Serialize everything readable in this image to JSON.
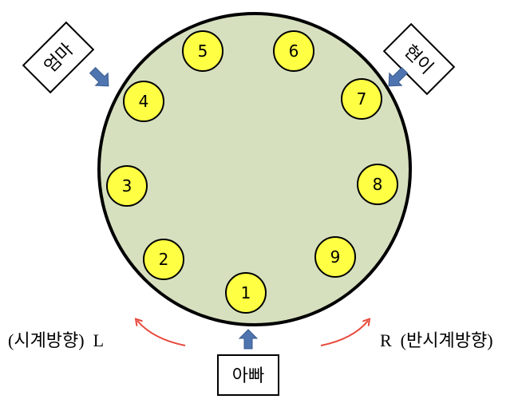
{
  "seats": [
    {
      "label": "1"
    },
    {
      "label": "2"
    },
    {
      "label": "3"
    },
    {
      "label": "4"
    },
    {
      "label": "5"
    },
    {
      "label": "6"
    },
    {
      "label": "7"
    },
    {
      "label": "8"
    },
    {
      "label": "9"
    }
  ],
  "people": {
    "mom": "엄마",
    "hyuni": "현이",
    "dad": "아빠"
  },
  "directions": {
    "left": "(시계방향)  L",
    "right": "R  (반시계방향)"
  },
  "colors": {
    "table_fill": "#d6e0bf",
    "seat_fill": "#ffff44",
    "arrow_blue": "#4f75b0",
    "arrow_red": "#e8473a"
  }
}
